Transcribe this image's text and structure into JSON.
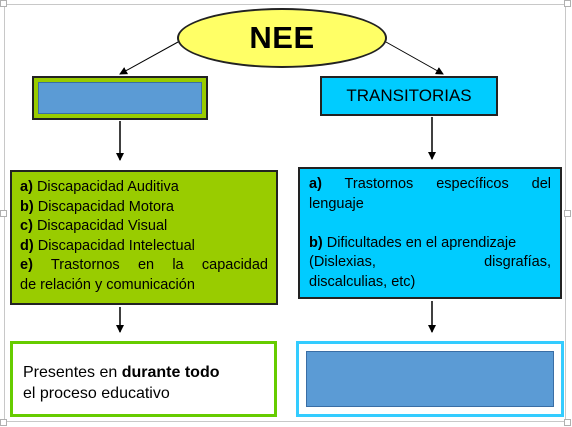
{
  "root": {
    "label": "NEE"
  },
  "left_branch": {
    "header_label": "",
    "items": [
      {
        "letter": "a)",
        "text": "Discapacidad Auditiva"
      },
      {
        "letter": "b)",
        "text": "Discapacidad Motora"
      },
      {
        "letter": "c)",
        "text": "Discapacidad Visual"
      },
      {
        "letter": "d)",
        "text": "Discapacidad Intelectual"
      },
      {
        "letter": "e)",
        "text_line1": "Trastornos en la capacidad",
        "text_line2": "de relación y comunicación"
      }
    ],
    "footer": {
      "prefix": "Presentes en ",
      "emphasis": "durante todo",
      "line2": "el proceso educativo"
    }
  },
  "right_branch": {
    "header_label": "TRANSITORIAS",
    "items": [
      {
        "letter": "a)",
        "text_line1": "Trastornos específicos del",
        "text_line2": "lenguaje"
      },
      {
        "letter": "b)",
        "text_line1": "Dificultades en el aprendizaje",
        "text_line2": "(Dislexias, disgrafías,",
        "text_line3": "discalculias, etc)"
      }
    ],
    "footer_label": ""
  },
  "colors": {
    "root_fill": "#ffff66",
    "left_fill": "#99cc00",
    "right_fill": "#00ccff",
    "placeholder_fill": "#5b9bd5"
  }
}
